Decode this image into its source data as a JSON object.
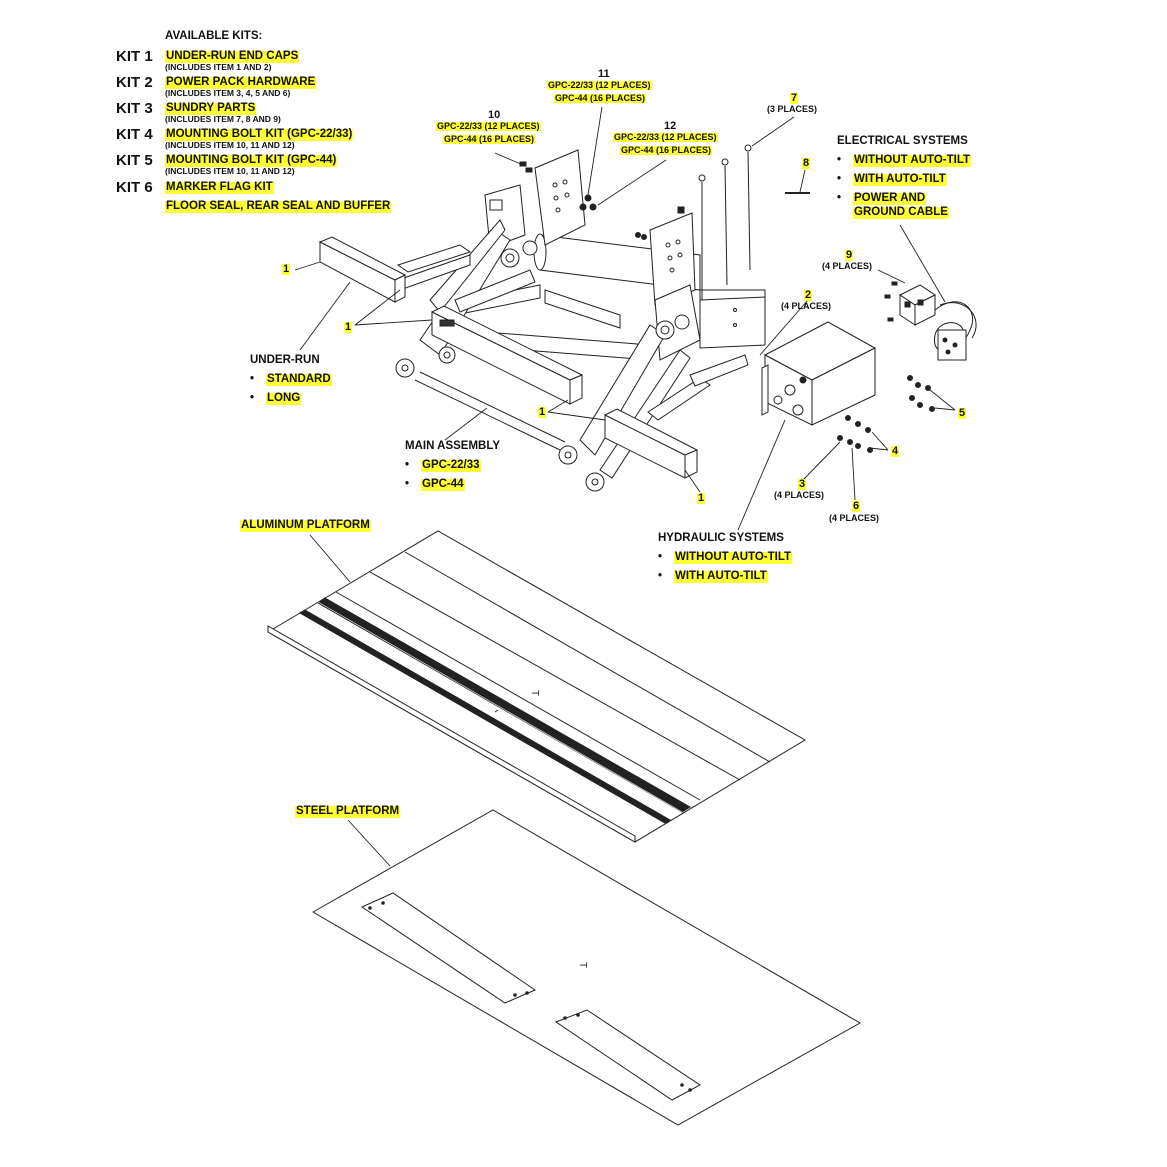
{
  "kits": {
    "heading": "AVAILABLE KITS:",
    "items": [
      {
        "num": "KIT 1",
        "name": "UNDER-RUN END CAPS",
        "sub": "(INCLUDES ITEM 1 AND 2)"
      },
      {
        "num": "KIT 2",
        "name": "POWER PACK HARDWARE",
        "sub": "(INCLUDES ITEM 3, 4, 5 AND 6)"
      },
      {
        "num": "KIT 3",
        "name": "SUNDRY PARTS",
        "sub": "(INCLUDES ITEM 7, 8 AND 9)"
      },
      {
        "num": "KIT 4",
        "name": "MOUNTING BOLT KIT (GPC-22/33)",
        "sub": "(INCLUDES ITEM 10, 11 AND 12)"
      },
      {
        "num": "KIT 5",
        "name": "MOUNTING BOLT KIT (GPC-44)",
        "sub": "(INCLUDES ITEM 10, 11 AND 12)"
      },
      {
        "num": "KIT 6",
        "name": "MARKER FLAG KIT",
        "sub": ""
      }
    ],
    "extra": "FLOOR SEAL, REAR SEAL AND BUFFER"
  },
  "callouts": {
    "c10": {
      "num": "10",
      "l1": "GPC-22/33 (12 PLACES)",
      "l2": "GPC-44 (16 PLACES)"
    },
    "c11": {
      "num": "11",
      "l1": "GPC-22/33 (12 PLACES)",
      "l2": "GPC-44 (16 PLACES)"
    },
    "c12": {
      "num": "12",
      "l1": "GPC-22/33 (12 PLACES)",
      "l2": "GPC-44 (16 PLACES)"
    },
    "c7": {
      "num": "7",
      "sub": "(3 PLACES)"
    },
    "c8": {
      "num": "8"
    },
    "c9": {
      "num": "9",
      "sub": "(4 PLACES)"
    },
    "c2": {
      "num": "2",
      "sub": "(4 PLACES)"
    },
    "c3": {
      "num": "3",
      "sub": "(4 PLACES)"
    },
    "c6": {
      "num": "6",
      "sub": "(4 PLACES)"
    },
    "c4": {
      "num": "4"
    },
    "c5": {
      "num": "5"
    },
    "c1": {
      "num": "1"
    }
  },
  "electrical": {
    "title": "ELECTRICAL SYSTEMS",
    "items": [
      "WITHOUT AUTO-TILT",
      "WITH AUTO-TILT",
      "POWER AND",
      "GROUND CABLE"
    ]
  },
  "underrun": {
    "title": "UNDER-RUN",
    "items": [
      "STANDARD",
      "LONG"
    ]
  },
  "main": {
    "title": "MAIN ASSEMBLY",
    "items": [
      "GPC-22/33",
      "GPC-44"
    ]
  },
  "hydraulic": {
    "title": "HYDRAULIC SYSTEMS",
    "items": [
      "WITHOUT AUTO-TILT",
      "WITH AUTO-TILT"
    ]
  },
  "platforms": {
    "aluminum": "ALUMINUM PLATFORM",
    "steel": "STEEL PLATFORM"
  },
  "bullet": "•"
}
